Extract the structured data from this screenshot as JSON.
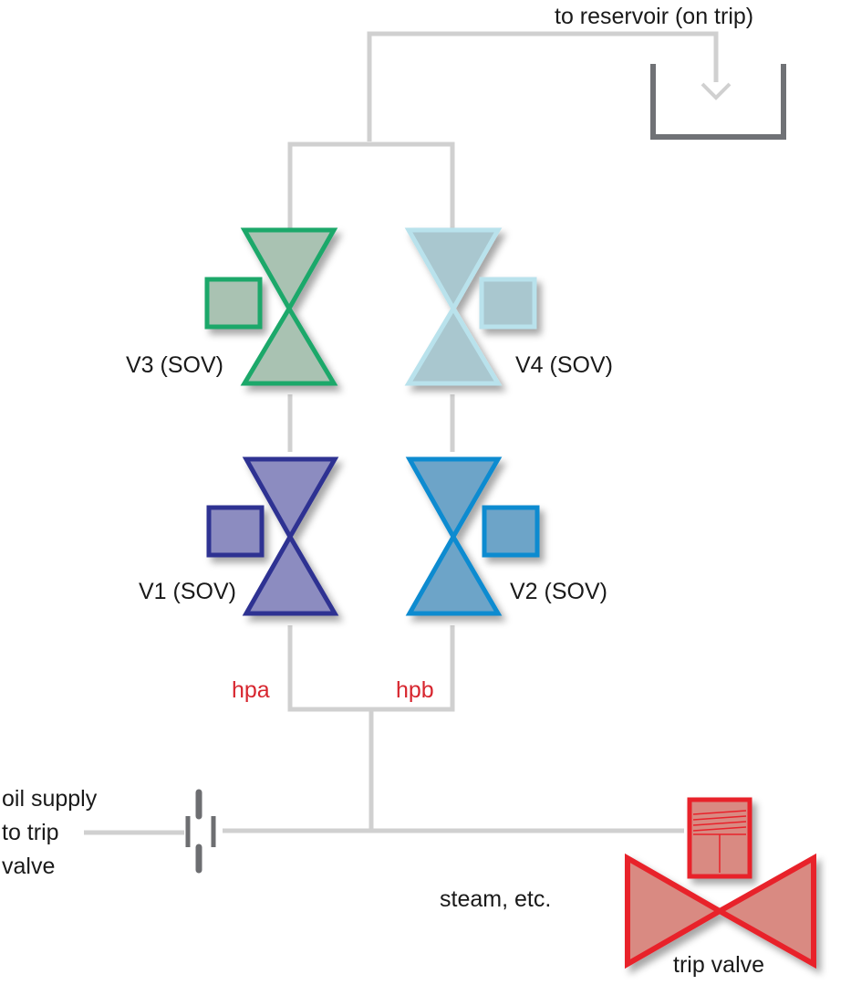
{
  "labels": {
    "reservoir": "to reservoir (on trip)",
    "v3": "V3 (SOV)",
    "v4": "V4 (SOV)",
    "v1": "V1 (SOV)",
    "v2": "V2 (SOV)",
    "hpa": "hpa",
    "hpb": "hpb",
    "oil_line1": "oil supply",
    "oil_line2": "to trip",
    "oil_line3": "valve",
    "steam": "steam, etc.",
    "trip_valve": "trip valve"
  },
  "colors": {
    "pipe": "#d0d0d0",
    "reservoir": "#707276",
    "v3_stroke": "#1aa86a",
    "v3_fill": "#a9c2b2",
    "v4_stroke": "#b9e2ec",
    "v4_fill": "#a9c7cf",
    "v1_stroke": "#2e3192",
    "v1_fill": "#8c8cc0",
    "v2_stroke": "#0d8bd0",
    "v2_fill": "#6da4c8",
    "trip_stroke": "#e8202a",
    "trip_fill": "#d98a82",
    "pressure_label": "#d7262f",
    "fitting": "#6d6e71"
  }
}
